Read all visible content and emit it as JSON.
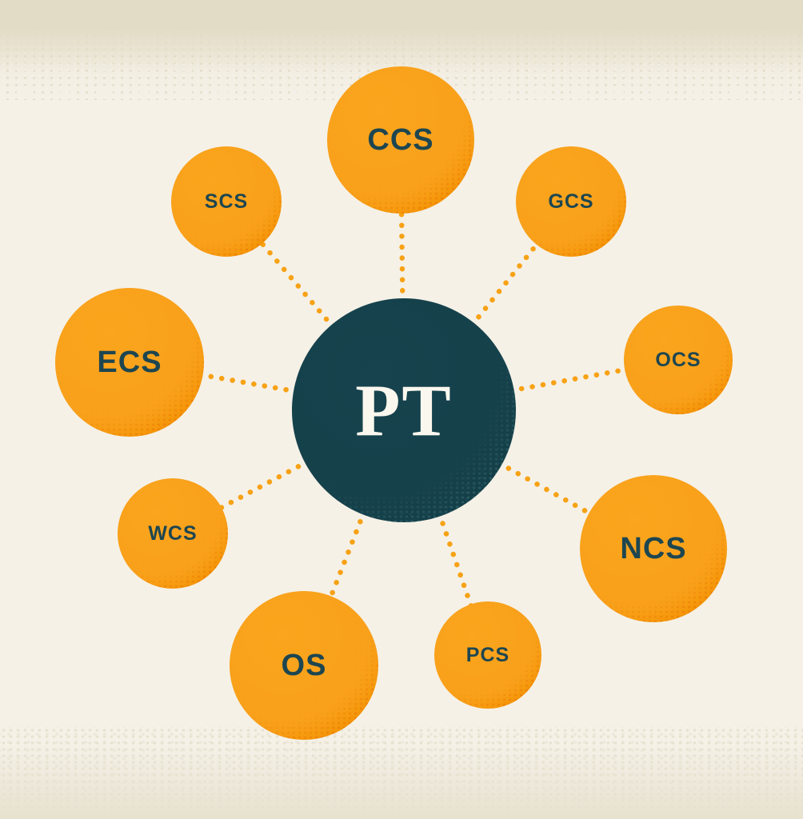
{
  "diagram": {
    "type": "hub-and-spoke",
    "hub": {
      "label": "PT"
    },
    "satellite_nodes": [
      {
        "label": "CCS",
        "size": "large"
      },
      {
        "label": "GCS",
        "size": "small"
      },
      {
        "label": "OCS",
        "size": "small"
      },
      {
        "label": "NCS",
        "size": "large"
      },
      {
        "label": "PCS",
        "size": "small"
      },
      {
        "label": "OS",
        "size": "large"
      },
      {
        "label": "WCS",
        "size": "small"
      },
      {
        "label": "ECS",
        "size": "large"
      },
      {
        "label": "SCS",
        "size": "small"
      }
    ],
    "edges": [
      [
        "PT",
        "CCS"
      ],
      [
        "PT",
        "GCS"
      ],
      [
        "PT",
        "OCS"
      ],
      [
        "PT",
        "NCS"
      ],
      [
        "PT",
        "PCS"
      ],
      [
        "PT",
        "OS"
      ],
      [
        "PT",
        "WCS"
      ],
      [
        "PT",
        "ECS"
      ],
      [
        "PT",
        "SCS"
      ]
    ],
    "palette": {
      "background": "#F5F1E7",
      "band_beige": "#E2DCC6",
      "node_orange": "#F9A11B",
      "node_orange_shade": "#EF8A00",
      "hub_teal": "#15414B",
      "node_label_color": "#1D4650",
      "hub_label_color": "#FAF7EE",
      "connector_dot_color": "#F7A215"
    }
  }
}
